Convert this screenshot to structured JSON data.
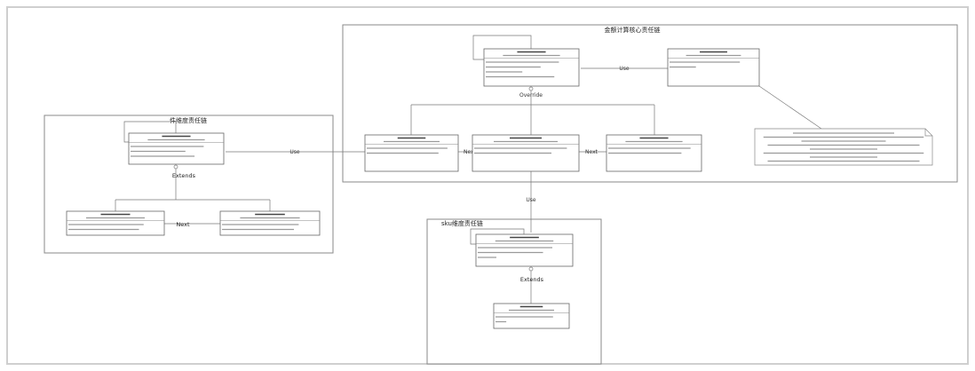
{
  "packages": {
    "core": {
      "title": "金额计算核心责任链"
    },
    "piece": {
      "title": "件维度责任链"
    },
    "sku": {
      "title": "sku维度责任链"
    }
  },
  "edge_labels": {
    "use": "Use",
    "next": "Next",
    "extends": "Extends",
    "override": "Override"
  },
  "colors": {
    "line": "#777777",
    "border": "#8a8a8a"
  }
}
